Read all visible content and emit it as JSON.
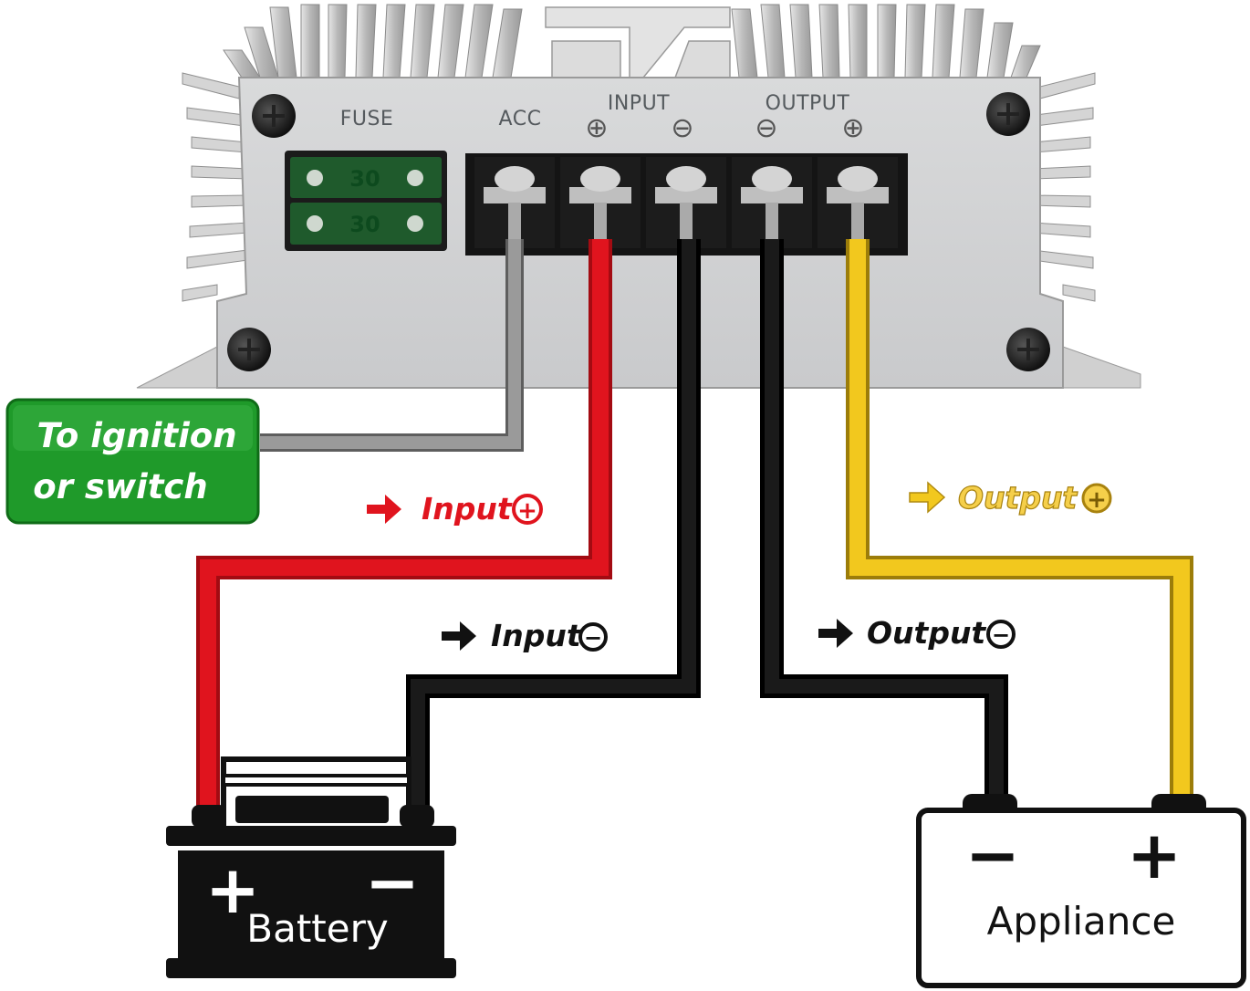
{
  "converter": {
    "fuse_label": "FUSE",
    "acc_label": "ACC",
    "input_label": "INPUT",
    "output_label": "OUTPUT",
    "fuse_values": [
      "30",
      "30"
    ],
    "plus_symbol": "⊕",
    "minus_symbol": "⊖"
  },
  "labels": {
    "ignition_line1": "To ignition",
    "ignition_line2": "or switch",
    "input_plus": "Input",
    "input_minus": "Input",
    "output_minus": "Output",
    "output_plus": "Output",
    "plus_sign": "+",
    "minus_sign": "−"
  },
  "battery": {
    "name": "Battery",
    "plus": "+",
    "minus": "−"
  },
  "appliance": {
    "name": "Appliance",
    "plus": "+",
    "minus": "−"
  },
  "colors": {
    "red_wire": "#e0141e",
    "black_wire": "#111111",
    "yellow_wire": "#f2c81e",
    "gray_wire": "#8a8a8a",
    "green_box": "#1f9a2a",
    "output_plus_text": "#e8b93a"
  }
}
